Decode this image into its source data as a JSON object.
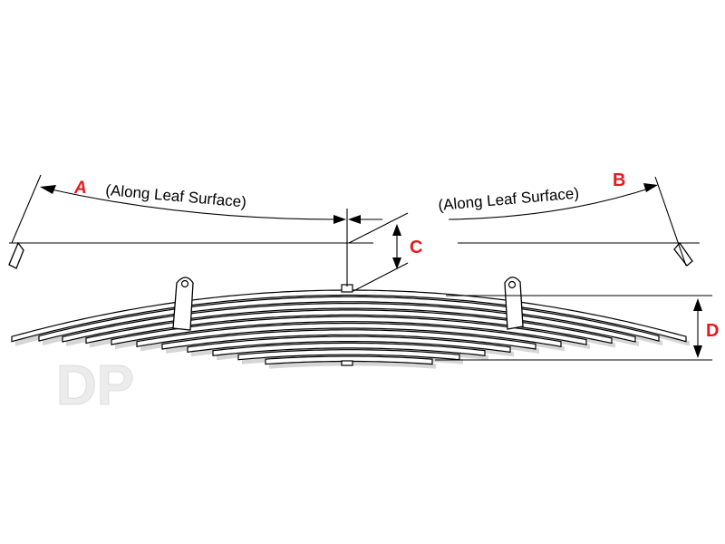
{
  "diagram": {
    "labels": {
      "a": "A",
      "a_note": "(Along Leaf Surface)",
      "b": "B",
      "b_note": "(Along Leaf Surface)",
      "c": "C",
      "d": "D"
    },
    "watermark": "DP",
    "leaf_count": 11,
    "colors": {
      "label": "#e8191e",
      "line": "#000000",
      "shadow": "#d6d6d6",
      "watermark": "#ececec"
    }
  }
}
